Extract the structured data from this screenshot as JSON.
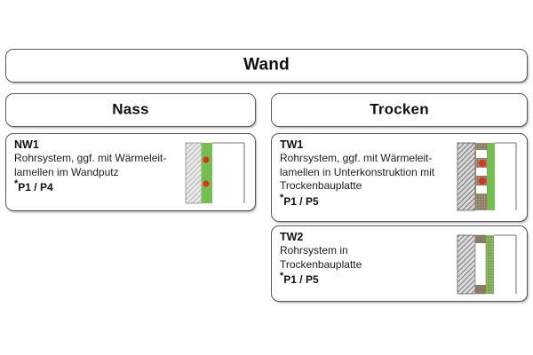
{
  "diagram": {
    "root": {
      "label": "Wand"
    },
    "categories": [
      {
        "id": "nass",
        "label": "Nass"
      },
      {
        "id": "trocken",
        "label": "Trocken"
      }
    ],
    "systems": [
      {
        "id": "nw1",
        "category": "nass",
        "code": "NW1",
        "description": "Rohrsystem, ggf. mit Wärmeleit-\nlamellen im Wandputz",
        "star": "*",
        "reference": "P1 / P4",
        "figure": "wall-section-nw1"
      },
      {
        "id": "tw1",
        "category": "trocken",
        "code": "TW1",
        "description": "Rohrsystem, ggf. mit Wärmeleit-\nlamellen in Unterkonstruktion mit\nTrockenbauplatte",
        "star": "*",
        "reference": "P1 / P5",
        "figure": "wall-section-tw1"
      },
      {
        "id": "tw2",
        "category": "trocken",
        "code": "TW2",
        "description": "Rohrsystem in\nTrockenbauplatte",
        "star": "*",
        "reference": "P1 / P5",
        "figure": "wall-section-tw2"
      }
    ],
    "colors": {
      "green_layer": "#72c14c",
      "pipe_red": "#e0301e",
      "masonry_hatch": "#b9b9b9",
      "insulation_brown": "#8c7a63",
      "box_border": "#5a5a5a",
      "background": "#ffffff"
    }
  }
}
